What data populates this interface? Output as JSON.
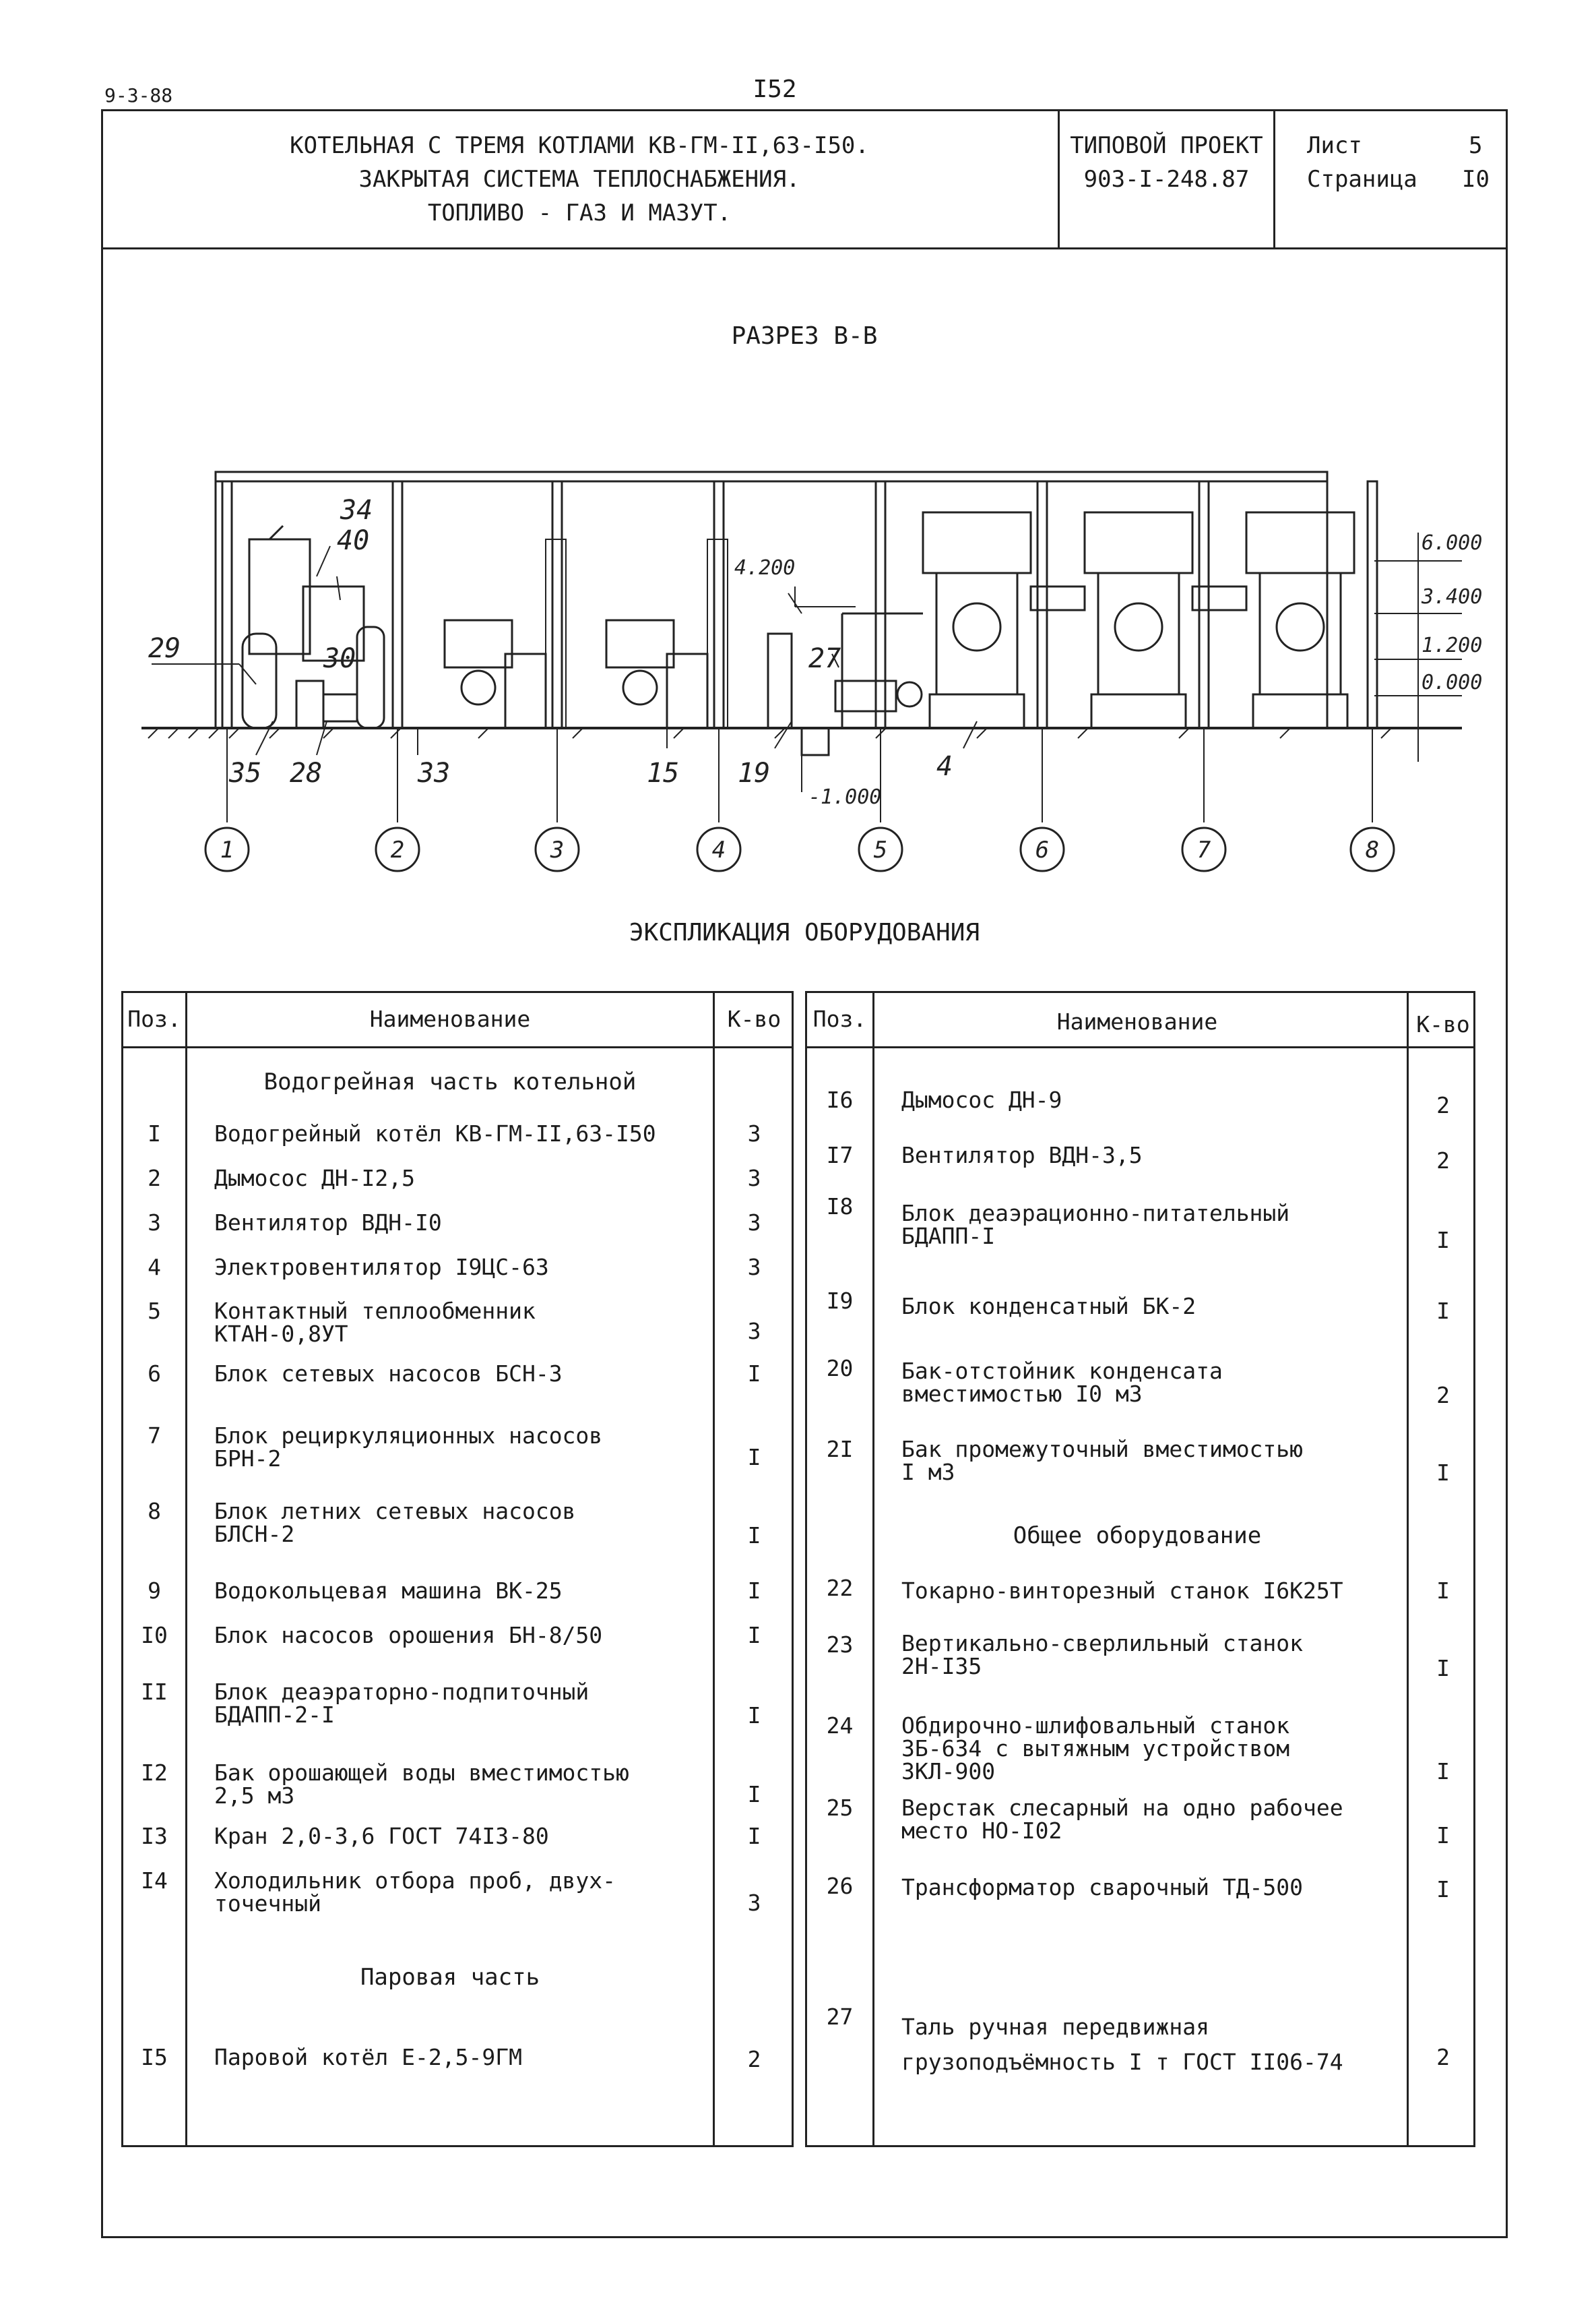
{
  "header": {
    "doc_code": "9-3-88",
    "page_number": "I52"
  },
  "title_block": {
    "title_lines": [
      "КОТЕЛЬНАЯ С ТРЕМЯ КОТЛАМИ КВ-ГМ-II,63-I50.",
      "ЗАКРЫТАЯ СИСТЕМА ТЕПЛОСНАБЖЕНИЯ.",
      "ТОПЛИВО - ГАЗ И МАЗУТ."
    ],
    "project_label": "ТИПОВОЙ ПРОЕКТ",
    "project_number": "903-I-248.87",
    "sheet_label": "Лист",
    "sheet_value": "5",
    "page_label": "Страница",
    "page_value": "I0"
  },
  "drawing": {
    "section_title": "РАЗРЕЗ В-В",
    "axes": [
      "1",
      "2",
      "3",
      "4",
      "5",
      "6",
      "7",
      "8"
    ],
    "callouts": [
      "34",
      "40",
      "29",
      "30",
      "35",
      "28",
      "33",
      "15",
      "19",
      "27",
      "4"
    ],
    "elevations": [
      "6.000",
      "3.400",
      "1.200",
      "0.000",
      "4.200",
      "-1.000"
    ]
  },
  "explication": {
    "title": "ЭКСПЛИКАЦИЯ ОБОРУДОВАНИЯ",
    "col_pos": "Поз.",
    "col_name": "Наименование",
    "col_qty_left": "К-во",
    "col_qty_right": "К-во",
    "left": {
      "section_water": "Водогрейная часть котельной",
      "rows": [
        {
          "pos": "I",
          "name": "Водогрейный котёл КВ-ГМ-II,63-I50",
          "qty": "3"
        },
        {
          "pos": "2",
          "name": "Дымосос ДН-I2,5",
          "qty": "3"
        },
        {
          "pos": "3",
          "name": "Вентилятор ВДН-I0",
          "qty": "3"
        },
        {
          "pos": "4",
          "name": "Электровентилятор I9ЦС-63",
          "qty": "3"
        },
        {
          "pos": "5",
          "name": "Контактный теплообменник\nКТАН-0,8УТ",
          "qty": "3"
        },
        {
          "pos": "6",
          "name": "Блок сетевых насосов БСН-3",
          "qty": "I"
        },
        {
          "pos": "7",
          "name": "Блок рециркуляционных насосов\nБРН-2",
          "qty": "I"
        },
        {
          "pos": "8",
          "name": "Блок летних сетевых насосов\nБЛСН-2",
          "qty": "I"
        },
        {
          "pos": "9",
          "name": "Водокольцевая машина ВК-25",
          "qty": "I"
        },
        {
          "pos": "I0",
          "name": "Блок насосов орошения БН-8/50",
          "qty": "I"
        },
        {
          "pos": "II",
          "name": "Блок деаэраторно-подпиточный\nБДАПП-2-I",
          "qty": "I"
        },
        {
          "pos": "I2",
          "name": "Бак орошающей воды вместимостью\n2,5 м3",
          "qty": "I"
        },
        {
          "pos": "I3",
          "name": "Кран 2,0-3,6 ГОСТ 74I3-80",
          "qty": "I"
        },
        {
          "pos": "I4",
          "name": "Холодильник отбора проб, двух-\nточечный",
          "qty": "3"
        }
      ],
      "section_steam": "Паровая часть",
      "steam_rows": [
        {
          "pos": "I5",
          "name": "Паровой котёл Е-2,5-9ГМ",
          "qty": "2"
        }
      ]
    },
    "right": {
      "rows_a": [
        {
          "pos": "I6",
          "name": "Дымосос ДН-9",
          "qty": "2"
        },
        {
          "pos": "I7",
          "name": "Вентилятор ВДН-3,5",
          "qty": "2"
        },
        {
          "pos": "I8",
          "name": "Блок деаэрационно-питательный\nБДАПП-I",
          "qty": "I"
        },
        {
          "pos": "I9",
          "name": "Блок конденсатный БК-2",
          "qty": "I"
        },
        {
          "pos": "20",
          "name": "Бак-отстойник конденсата\nвместимостью I0 м3",
          "qty": "2"
        },
        {
          "pos": "2I",
          "name": "Бак промежуточный вместимостью\nI м3",
          "qty": "I"
        }
      ],
      "section_general": "Общее оборудование",
      "rows_b": [
        {
          "pos": "22",
          "name": "Токарно-винторезный станок I6К25Т",
          "qty": "I"
        },
        {
          "pos": "23",
          "name": "Вертикально-сверлильный станок\n2Н-I35",
          "qty": "I"
        },
        {
          "pos": "24",
          "name": "Обдирочно-шлифовальный станок\n3Б-634 с вытяжным устройством\n3КЛ-900",
          "qty": "I"
        },
        {
          "pos": "25",
          "name": "Верстак слесарный на одно рабочее\nместо НО-I02",
          "qty": "I"
        },
        {
          "pos": "26",
          "name": "Трансформатор сварочный ТД-500",
          "qty": "I"
        },
        {
          "pos": "27",
          "name": "Таль ручная передвижная\nгрузоподъёмность I т ГОСТ II06-74",
          "qty": "2"
        }
      ]
    }
  }
}
